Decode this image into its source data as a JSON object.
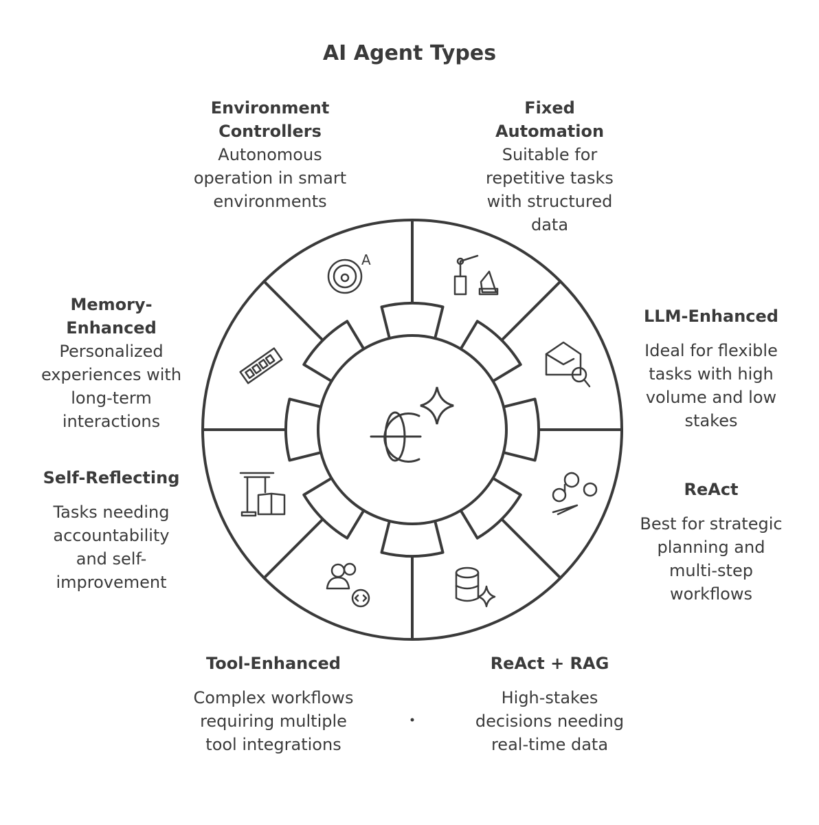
{
  "title": "AI Agent Types",
  "colors": {
    "stroke": "#3a3a3a",
    "background": "#ffffff"
  },
  "center_icon": "globe-sparkle-icon",
  "segments": [
    {
      "name": "Environment Controllers",
      "description": "Autonomous operation in smart environments",
      "icon": "steering-wheel-auto-icon"
    },
    {
      "name": "Fixed Automation",
      "description": "Suitable for repetitive tasks with structured data",
      "icon": "robot-arm-icon"
    },
    {
      "name": "LLM-Enhanced",
      "description": "Ideal for flexible tasks with high volume and low stakes",
      "icon": "envelope-search-icon"
    },
    {
      "name": "ReAct",
      "description": "Best for strategic planning and multi-step workflows",
      "icon": "map-pins-route-icon"
    },
    {
      "name": "ReAct + RAG",
      "description": "High-stakes decisions needing real-time data",
      "icon": "database-sparkle-icon"
    },
    {
      "name": "Tool-Enhanced",
      "description": "Complex workflows requiring multiple tool integrations",
      "icon": "users-code-icon"
    },
    {
      "name": "Self-Reflecting",
      "description": "Tasks needing accountability and self-improvement",
      "icon": "pillar-book-icon"
    },
    {
      "name": "Memory-Enhanced",
      "description": "Personalized experiences with long-term interactions",
      "icon": "memory-chip-icon"
    }
  ]
}
